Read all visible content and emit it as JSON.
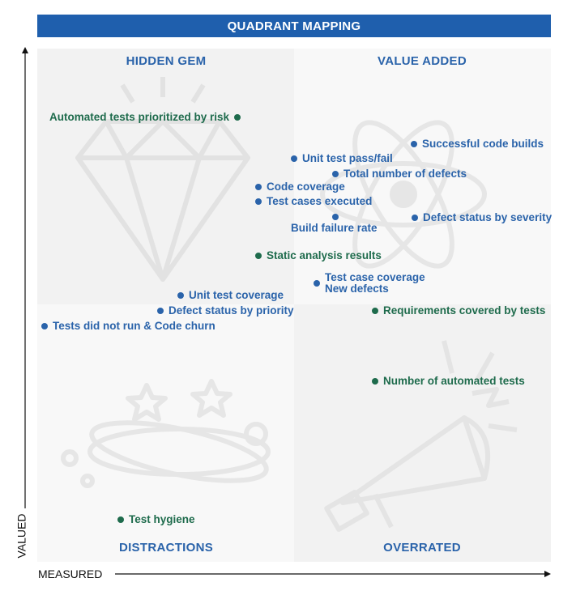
{
  "title": "QUADRANT MAPPING",
  "quadrants": {
    "top_left": "HIDDEN GEM",
    "top_right": "VALUE ADDED",
    "bottom_left": "DISTRACTIONS",
    "bottom_right": "OVERRATED"
  },
  "axes": {
    "y": "VALUED",
    "x": "MEASURED"
  },
  "colors": {
    "header": "#1f5fad",
    "blue": "#2a63aa",
    "green": "#1e6b4c"
  },
  "points": {
    "automated_tests_risk": "Automated tests prioritized by risk",
    "successful_builds": "Successful code builds",
    "unit_test_pass_fail": "Unit test pass/fail",
    "total_defects": "Total number of defects",
    "code_coverage": "Code coverage",
    "test_cases_executed": "Test cases executed",
    "defect_status_severity": "Defect status by severity",
    "build_failure_rate": "Build failure rate",
    "static_analysis": "Static analysis results",
    "test_case_coverage": "Test case coverage",
    "new_defects": "New defects",
    "unit_test_coverage": "Unit test coverage",
    "defect_status_priority": "Defect status by priority",
    "requirements_covered": "Requirements covered by tests",
    "tests_not_run": "Tests did not run & Code churn",
    "automated_tests_count": "Number of automated tests",
    "test_hygiene": "Test hygiene"
  }
}
